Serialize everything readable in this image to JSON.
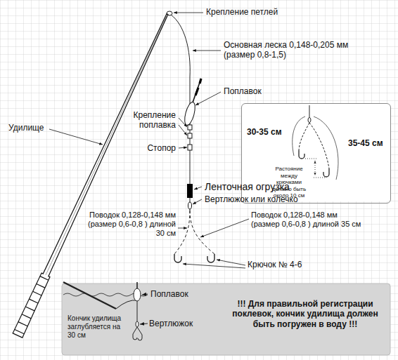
{
  "diagram": {
    "nodes": [
      {
        "text": [
          "30-35 см",
          "Растояние между крючками должно быть около 10 см",
          "35-45 см"
        ]
      },
      {
        "text": [
          "Поплавок",
          "Кончик удилища заглубляется на 30 см",
          "Вертлюжок",
          "!!! Для правильной регистрации поклевок, кончик удилища должен быть погружен в воду !!!"
        ]
      }
    ],
    "labels": [
      "Крепление петлей",
      "Основная леска 0,148-0,205 мм (размер 0,8-1,5)",
      "Поплавок",
      "Крепление поплавка",
      "Стопор",
      "Удилище",
      "Ленточная огрузка",
      "Вертлюжок или колечко",
      "Поводок 0,128-0,148 мм (размер 0,6-0,8 ) длиной 30 см",
      "Поводок 0,128-0,148 мм (размер 0,6-0,8 ) длиной 35 см",
      "Крючок № 4-6"
    ]
  }
}
